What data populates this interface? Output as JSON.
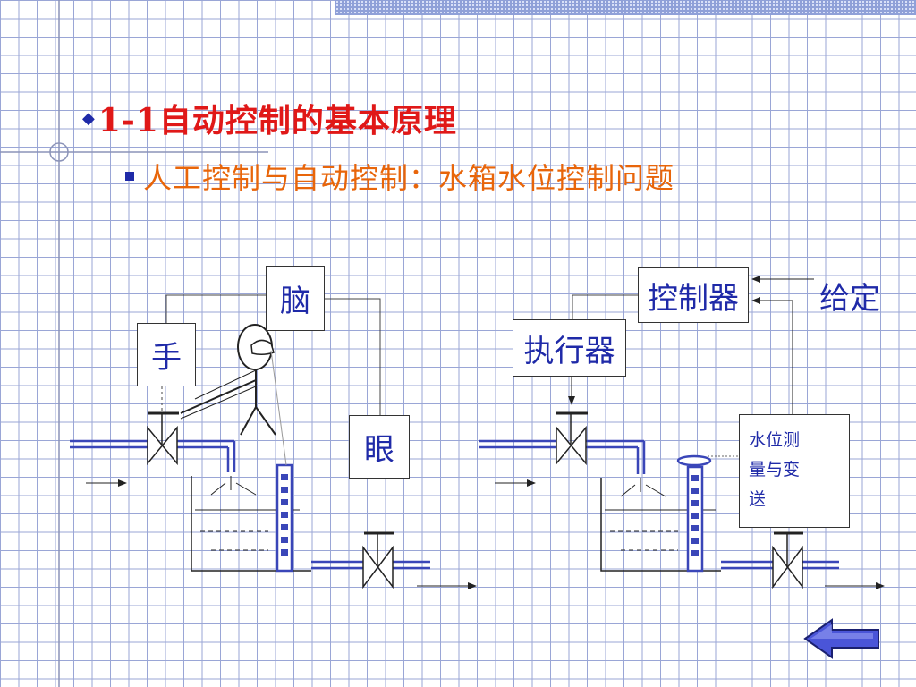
{
  "slide": {
    "title": "1-1自动控制的基本原理",
    "subtitle": "人工控制与自动控制：水箱水位控制问题"
  },
  "manual_control": {
    "hand_label": "手",
    "brain_label": "脑",
    "eye_label": "眼"
  },
  "auto_control": {
    "controller_label": "控制器",
    "actuator_label": "执行器",
    "setpoint_label": "给定",
    "measurement_label_line1": "水位测",
    "measurement_label_line2": "量与变",
    "measurement_label_line3": "送"
  },
  "colors": {
    "title": "#e01818",
    "subtitle": "#e8650a",
    "label": "#1f2aa8",
    "grid": "#9aa6d6",
    "back_arrow": "#4a55d8"
  },
  "icons": {
    "title_bullet": "diamond-bullet-icon",
    "subtitle_bullet": "square-bullet-icon",
    "navigation": "back-arrow-icon"
  }
}
